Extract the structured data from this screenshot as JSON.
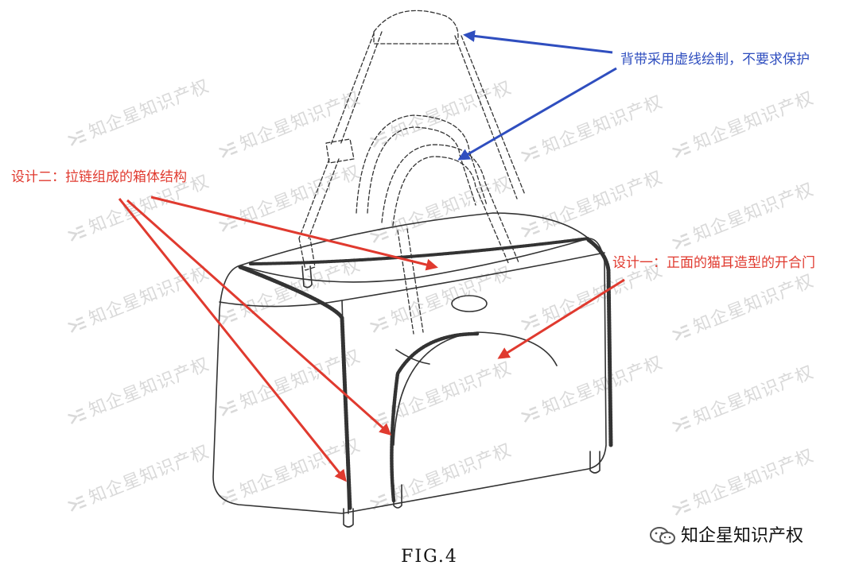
{
  "annotations": {
    "strap": "背带采用虚线绘制，不要求保护",
    "design_two": "设计二：拉链组成的箱体结构",
    "design_one": "设计一：正面的猫耳造型的开合门"
  },
  "colors": {
    "red_annotation": "#e03a2f",
    "blue_annotation": "#2f4ebf",
    "line_art": "#333333",
    "watermark": "#d9d9d9"
  },
  "watermark_text": "知企星知识产权",
  "badge_text": "知企星知识产权",
  "caption": "FIG.4"
}
